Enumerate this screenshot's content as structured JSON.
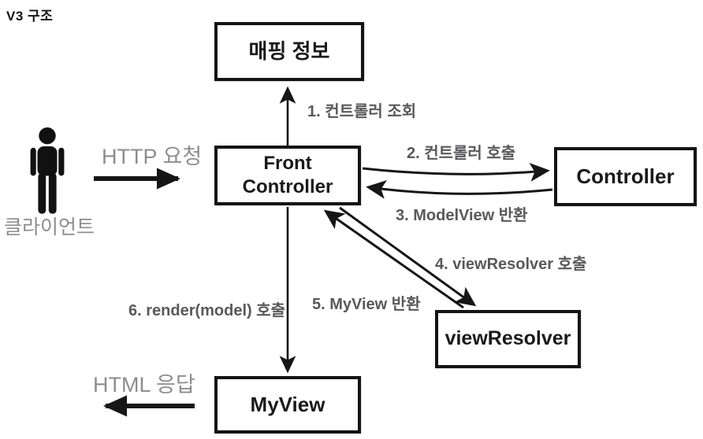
{
  "title": "V3 구조",
  "client": {
    "label": "클라이언트"
  },
  "nodes": {
    "mapping": "매핑 정보",
    "front_controller_line1": "Front",
    "front_controller_line2": "Controller",
    "controller": "Controller",
    "view_resolver": "viewResolver",
    "my_view": "MyView"
  },
  "io_labels": {
    "request": "HTTP 요청",
    "response": "HTML 응답"
  },
  "steps": [
    {
      "text": "1. 컨트롤러 조회"
    },
    {
      "text": "2. 컨트롤러 호출"
    },
    {
      "text": "3. ModelView 반환"
    },
    {
      "text": "4. viewResolver 호출"
    },
    {
      "text": "5. MyView 반환"
    },
    {
      "text": "6. render(model) 호출"
    }
  ],
  "colors": {
    "box_border": "#141414",
    "box_text": "#1a1a1a",
    "step_label_gray": "#59595b",
    "io_label_gray": "#8d8d8d",
    "arrow_black": "#161616",
    "background": "#ffffff"
  },
  "icons": {
    "client": "person-icon"
  }
}
